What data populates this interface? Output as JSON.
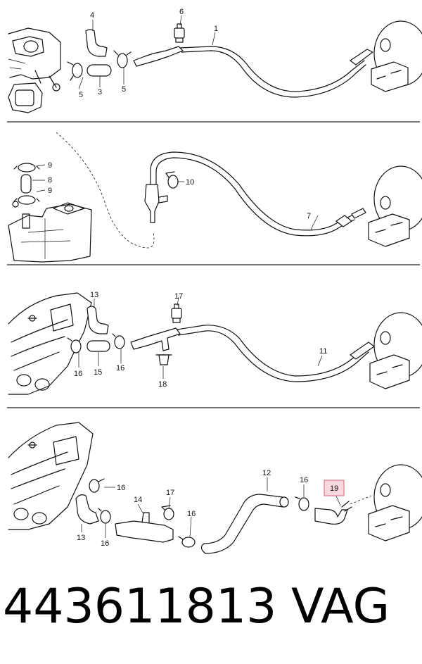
{
  "panels": [
    {
      "callouts": [
        "4",
        "6",
        "1",
        "5",
        "3",
        "5"
      ]
    },
    {
      "callouts": [
        "9",
        "8",
        "9",
        "10",
        "7"
      ]
    },
    {
      "callouts": [
        "13",
        "17",
        "16",
        "15",
        "16",
        "18",
        "11"
      ]
    },
    {
      "callouts": [
        "12",
        "16",
        "19",
        "16",
        "14",
        "17",
        "13",
        "16",
        "16"
      ]
    }
  ],
  "highlighted_callout": "19",
  "footer": {
    "part_number": "443611813",
    "brand": "VAG"
  },
  "colors": {
    "ink": "#111111",
    "highlight_border": "#e07a8a",
    "highlight_fill": "#f8d8de",
    "background": "#ffffff"
  }
}
